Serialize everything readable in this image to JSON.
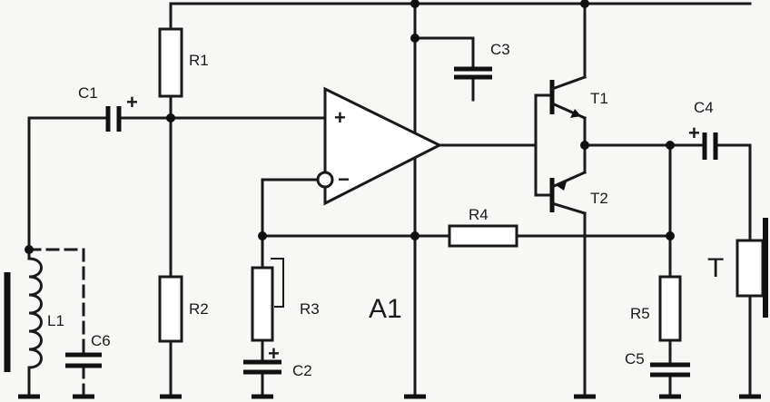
{
  "labels": {
    "r1": "R1",
    "r2": "R2",
    "r3": "R3",
    "r4": "R4",
    "r5": "R5",
    "c1": "C1",
    "c2": "C2",
    "c3": "C3",
    "c4": "C4",
    "c5": "C5",
    "c6": "C6",
    "l1": "L1",
    "t1": "T1",
    "t2": "T2",
    "a1": "A1",
    "t": "T"
  },
  "symbols": {
    "plus": "+",
    "minus": "−"
  }
}
